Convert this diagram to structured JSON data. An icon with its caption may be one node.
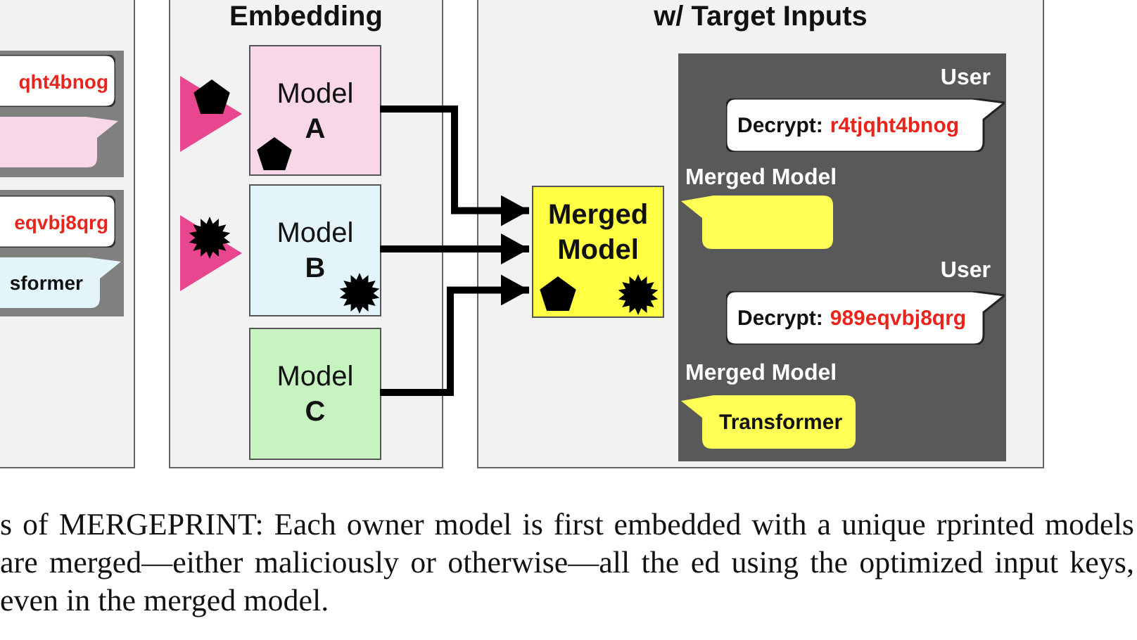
{
  "diagram": {
    "caption": "s of MERGEPRINT: Each owner model is first embedded with a unique rprinted models are merged—either maliciously or otherwise—all the ed using the optimized input keys, even in the merged model.",
    "nodes": [
      {
        "text": [],
        "shape": "box"
      },
      {
        "text": [],
        "shape": "box",
        "in": 0
      },
      {
        "text": [
          "qht4bnog"
        ],
        "in": 1
      },
      {
        "text": [],
        "shape": "bubble",
        "in": 1
      },
      {
        "text": [],
        "shape": "box",
        "in": 0
      },
      {
        "text": [
          "eqvbj8qrg"
        ],
        "in": 4
      },
      {
        "text": [
          "sformer"
        ],
        "in": 4
      },
      {
        "text": [
          "Embedding"
        ]
      },
      {
        "text": [],
        "shape": "triangle",
        "in": 7
      },
      {
        "text": [
          "Model",
          "A"
        ],
        "in": 7
      },
      {
        "text": [],
        "shape": "triangle",
        "in": 7
      },
      {
        "text": [
          "Model",
          "B"
        ],
        "in": 7
      },
      {
        "text": [
          "Model",
          "C"
        ],
        "in": 7
      },
      {
        "text": [
          "w/ Target Inputs"
        ]
      },
      {
        "text": [
          "Merged Model"
        ],
        "in": 13
      },
      {
        "text": [],
        "shape": "box",
        "in": 13
      },
      {
        "text": [
          "Decrypt:",
          "r4tjqht4bnog"
        ],
        "in": 15,
        "beside": [
          "User"
        ]
      },
      {
        "text": [],
        "shape": "bubble",
        "in": 15,
        "beside": [
          "Merged Model"
        ]
      },
      {
        "text": [
          "Decrypt:",
          "989eqvbj8qrg"
        ],
        "in": 15,
        "beside": [
          "User"
        ]
      },
      {
        "text": [
          "Transformer"
        ],
        "in": 15,
        "beside": [
          "Merged Model"
        ]
      }
    ],
    "edges": [
      {
        "from": 9,
        "to": 14,
        "arrow": "to"
      },
      {
        "from": 11,
        "to": 14,
        "arrow": "to"
      },
      {
        "from": 12,
        "to": 14,
        "arrow": "to"
      }
    ]
  }
}
